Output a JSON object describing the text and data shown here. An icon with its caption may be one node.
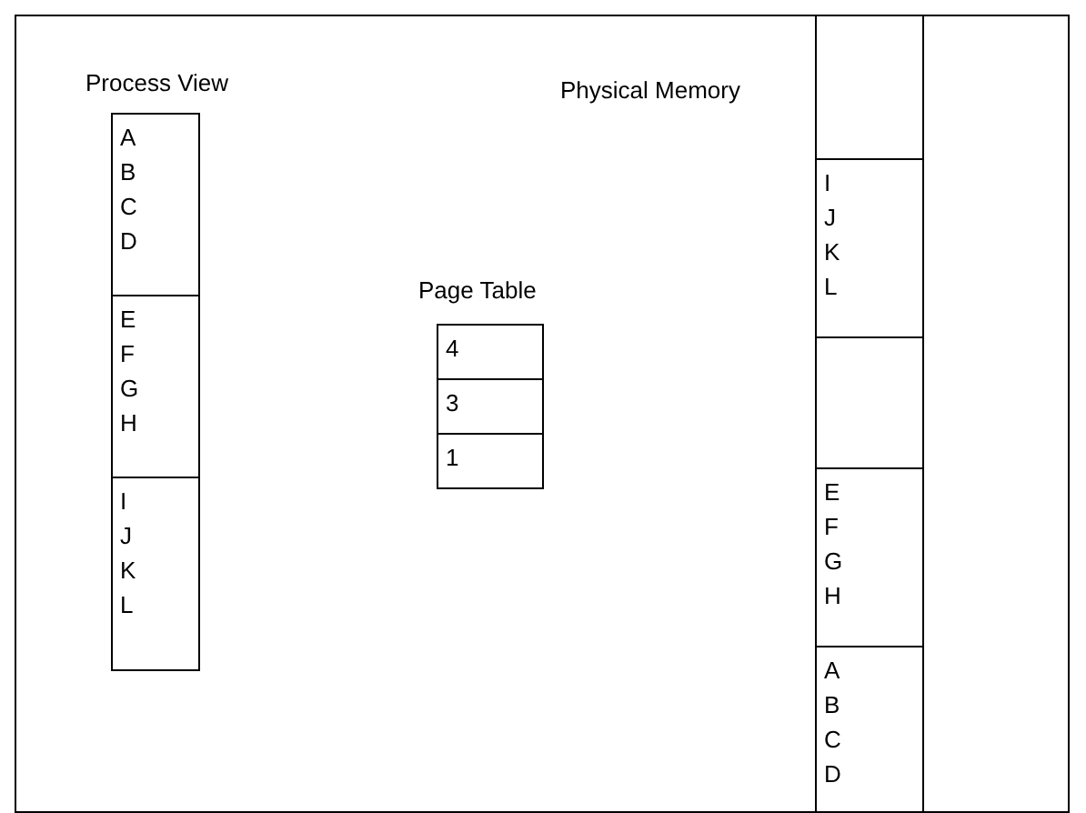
{
  "diagram": {
    "nodes": [
      {
        "text": [
          "A B C D"
        ]
      },
      {
        "text": [
          "E F G H"
        ]
      },
      {
        "text": [
          "I J K L"
        ]
      },
      {
        "text": [
          "4"
        ]
      },
      {
        "text": [
          "3"
        ]
      },
      {
        "text": [
          "1"
        ]
      },
      {
        "text": [],
        "shape": "box"
      },
      {
        "text": [
          "I J K L"
        ]
      },
      {
        "text": [],
        "shape": "box"
      },
      {
        "text": [
          "E F G H"
        ]
      },
      {
        "text": [
          "A B C D"
        ]
      }
    ],
    "labels": [
      "Process View",
      "Physical Memory",
      "Page Table"
    ]
  }
}
